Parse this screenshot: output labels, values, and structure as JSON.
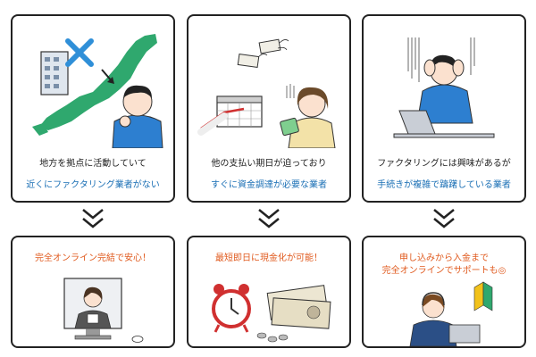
{
  "cards_top": [
    {
      "line1": "地方を拠点に活動していて",
      "line2": "近くにファクタリング業者がない"
    },
    {
      "line1": "他の支払い期日が迫っており",
      "line2": "すぐに資金調達が必要な業者"
    },
    {
      "line1": "ファクタリングには興味があるが",
      "line2": "手続きが複雑で躊躇している業者"
    }
  ],
  "cards_bottom": [
    {
      "line1": "完全オンライン完結で安心！"
    },
    {
      "line1": "最短即日に現金化が可能！"
    },
    {
      "line1": "申し込みから入金まで",
      "line2": "完全オンラインでサポートも◎"
    }
  ],
  "colors": {
    "problem_text": "#1a6fb5",
    "solution_text": "#e05a1e",
    "map_green": "#2fa86e"
  }
}
